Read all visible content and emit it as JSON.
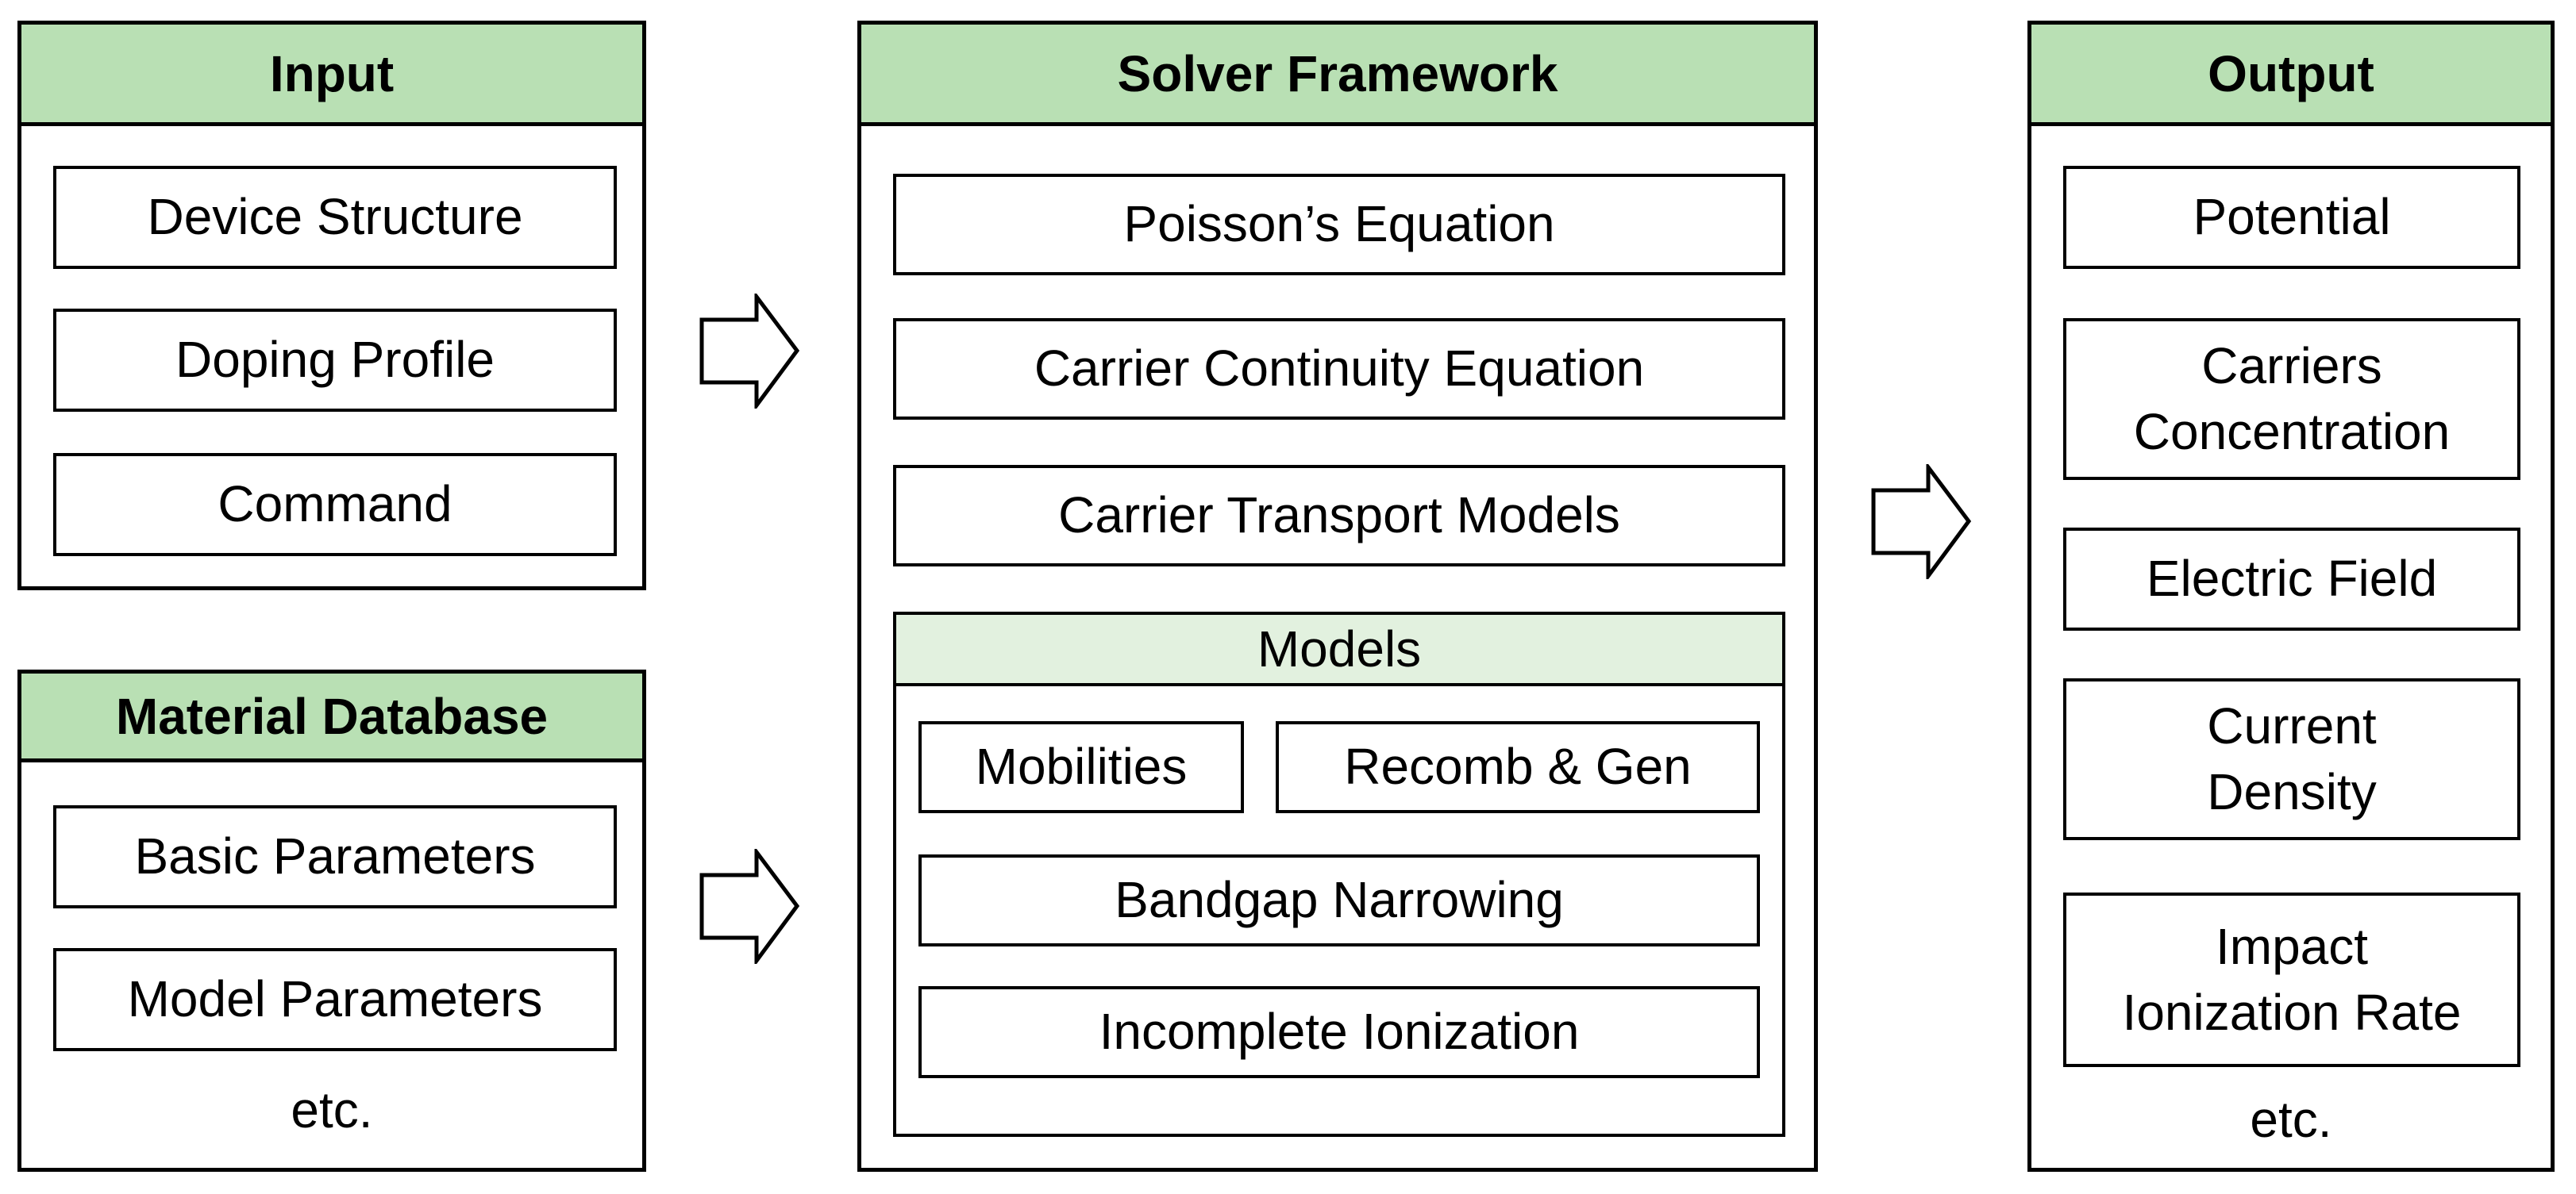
{
  "input": {
    "title": "Input",
    "items": [
      "Device Structure",
      "Doping Profile",
      "Command"
    ]
  },
  "material": {
    "title": "Material Database",
    "items": [
      "Basic Parameters",
      "Model Parameters"
    ],
    "etc": "etc."
  },
  "solver": {
    "title": "Solver Framework",
    "items": [
      "Poisson’s Equation",
      "Carrier Continuity Equation",
      "Carrier Transport Models"
    ],
    "models": {
      "title": "Models",
      "items": [
        "Mobilities",
        "Recomb & Gen",
        "Bandgap Narrowing",
        "Incomplete Ionization"
      ]
    }
  },
  "output": {
    "title": "Output",
    "items": [
      "Potential",
      "Carriers\nConcentration",
      "Electric Field",
      "Current\nDensity",
      "Impact\nIonization Rate"
    ],
    "etc": "etc."
  },
  "colors": {
    "header_fill": "#b9e0b4",
    "models_header_fill": "#e2f1df",
    "border": "#000000"
  },
  "icons": [
    "right-arrow-icon"
  ]
}
